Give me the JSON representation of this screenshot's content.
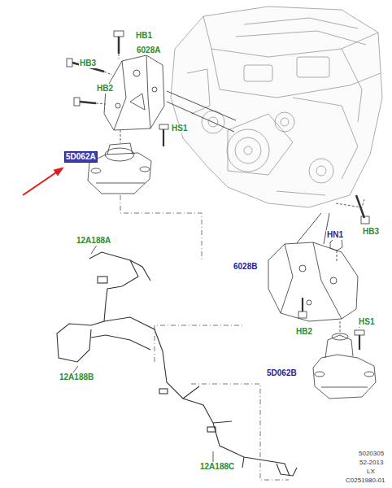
{
  "diagram": {
    "labels": [
      "HB1",
      "HB3",
      "6028A",
      "HB2",
      "HS1",
      "5D062A",
      "12A188A",
      "12A188B",
      "12A188C",
      "6028B",
      "HN1",
      "HB3",
      "HB2",
      "HS1",
      "5D062B",
      "5020305",
      "52-2013",
      "LX",
      "C0251980-01"
    ]
  }
}
